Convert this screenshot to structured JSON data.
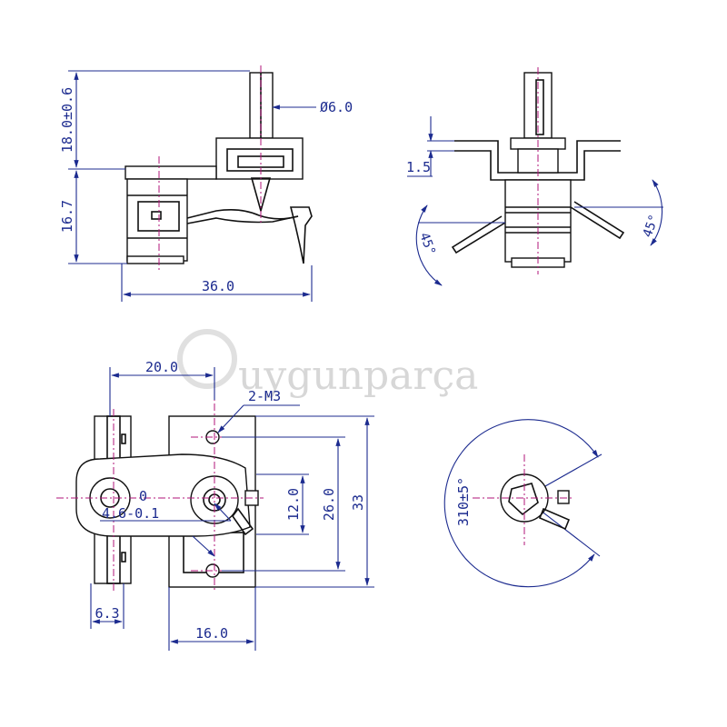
{
  "watermark": "uygunparça",
  "views": {
    "side": {
      "label_shaft_height": "18.0±0.6",
      "label_shaft_diameter": "Ø6.0",
      "label_body_height": "16.7",
      "label_body_length": "36.0"
    },
    "front": {
      "label_bracket_thickness": "1.5",
      "label_angle_left": "45°",
      "label_angle_right": "45°"
    },
    "top": {
      "label_terminal_pitch": "20.0",
      "label_screw": "2-M3",
      "label_zero": "0",
      "label_hole": "4.6-0.1",
      "label_inner_height": "12.0",
      "label_hole_spacing": "26.0",
      "label_outer_height": "33",
      "label_terminal_width": "6.3",
      "label_body_width": "16.0"
    },
    "rotation": {
      "label_rotation_angle": "310±5°"
    }
  },
  "colors": {
    "outline": "#111111",
    "dimension": "#1c2b8f",
    "centerline": "#b0157a"
  }
}
